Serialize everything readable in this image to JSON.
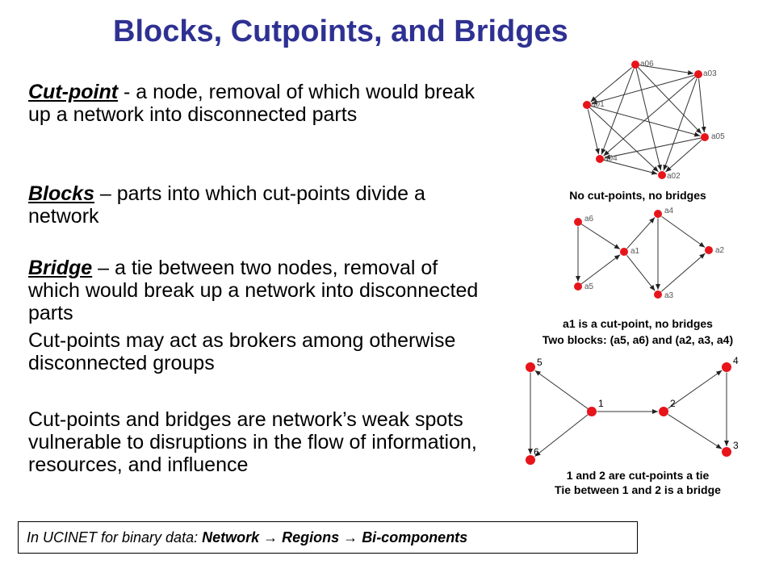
{
  "title": "Blocks, Cutpoints, and Bridges",
  "cutpoint": {
    "term": "Cut-point",
    "text": " - a node, removal of which would break up a network into disconnected parts"
  },
  "blocks": {
    "term": "Blocks",
    "text": " – parts into which cut-points divide a network"
  },
  "bridge": {
    "term": "Bridge",
    "text": " – a tie between two nodes, removal of which would break up a network into disconnected parts",
    "extra": "Cut-points may act as brokers among otherwise disconnected groups"
  },
  "weak_spots": "Cut-points and bridges are network’s weak spots vulnerable to disruptions in the flow of information, resources, and influence",
  "footer": {
    "prefix": "In UCINET for binary data: ",
    "step1": "Network",
    "step2": "Regions",
    "step3": "Bi-components",
    "arrow": "→"
  },
  "captions": {
    "g1": "No cut-points, no bridges",
    "g2_line1": "a1 is a cut-point, no bridges",
    "g2_line2": "Two blocks: (a5, a6) and (a2, a3, a4)",
    "g3_line1": "1 and 2 are cut-points a tie",
    "g3_line2": "Tie between 1 and 2 is a bridge"
  },
  "node_color": "#e8141b",
  "title_color": "#2e3192",
  "graph1_labels": [
    "a06",
    "a03",
    "a01",
    "a05",
    "a04",
    "a02"
  ],
  "graph2_labels": [
    "a6",
    "a4",
    "a1",
    "a2",
    "a5",
    "a3"
  ],
  "graph3_labels": [
    "5",
    "4",
    "1",
    "2",
    "6",
    "3"
  ]
}
